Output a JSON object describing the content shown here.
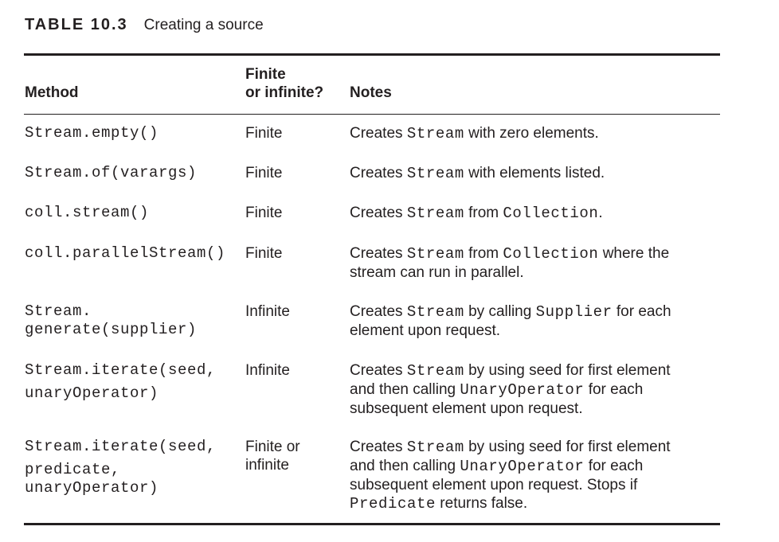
{
  "caption": {
    "label": "TABLE 10.3",
    "title": "Creating a source"
  },
  "headers": {
    "method": "Method",
    "finite_line1": "Finite",
    "finite_line2": "or infinite?",
    "notes": "Notes"
  },
  "rows": [
    {
      "method": [
        "Stream.empty()"
      ],
      "finite": [
        "Finite"
      ],
      "notes": [
        [
          {
            "t": "Creates ",
            "m": false
          },
          {
            "t": "Stream",
            "m": true
          },
          {
            "t": " with zero elements.",
            "m": false
          }
        ]
      ]
    },
    {
      "method": [
        "Stream.of(varargs)"
      ],
      "finite": [
        "Finite"
      ],
      "notes": [
        [
          {
            "t": "Creates ",
            "m": false
          },
          {
            "t": "Stream",
            "m": true
          },
          {
            "t": " with elements listed.",
            "m": false
          }
        ]
      ]
    },
    {
      "method": [
        "coll.stream()"
      ],
      "finite": [
        "Finite"
      ],
      "notes": [
        [
          {
            "t": "Creates ",
            "m": false
          },
          {
            "t": "Stream",
            "m": true
          },
          {
            "t": " from ",
            "m": false
          },
          {
            "t": "Collection",
            "m": true
          },
          {
            "t": ".",
            "m": false
          }
        ]
      ]
    },
    {
      "method": [
        "coll.parallelStream()"
      ],
      "finite": [
        "Finite"
      ],
      "notes": [
        [
          {
            "t": "Creates ",
            "m": false
          },
          {
            "t": "Stream",
            "m": true
          },
          {
            "t": " from ",
            "m": false
          },
          {
            "t": "Collection",
            "m": true
          },
          {
            "t": " where the",
            "m": false
          }
        ],
        [
          {
            "t": "stream can run in parallel.",
            "m": false
          }
        ]
      ]
    },
    {
      "method": [
        "Stream.",
        "generate(supplier)"
      ],
      "finite": [
        "Infinite"
      ],
      "notes": [
        [
          {
            "t": "Creates ",
            "m": false
          },
          {
            "t": "Stream",
            "m": true
          },
          {
            "t": " by calling ",
            "m": false
          },
          {
            "t": "Supplier",
            "m": true
          },
          {
            "t": " for each",
            "m": false
          }
        ],
        [
          {
            "t": "element upon request.",
            "m": false
          }
        ]
      ]
    },
    {
      "method": [
        "Stream.iterate(seed,",
        "unaryOperator)"
      ],
      "finite": [
        "Infinite"
      ],
      "notes": [
        [
          {
            "t": "Creates ",
            "m": false
          },
          {
            "t": "Stream",
            "m": true
          },
          {
            "t": " by using seed for first element",
            "m": false
          }
        ],
        [
          {
            "t": "and then calling ",
            "m": false
          },
          {
            "t": "UnaryOperator",
            "m": true
          },
          {
            "t": " for each",
            "m": false
          }
        ],
        [
          {
            "t": "subsequent element upon request.",
            "m": false
          }
        ]
      ]
    },
    {
      "method": [
        "Stream.iterate(seed,",
        "predicate,",
        "unaryOperator)"
      ],
      "finite": [
        "Finite or",
        "infinite"
      ],
      "notes": [
        [
          {
            "t": "Creates ",
            "m": false
          },
          {
            "t": "Stream",
            "m": true
          },
          {
            "t": " by using seed for first element",
            "m": false
          }
        ],
        [
          {
            "t": "and then calling ",
            "m": false
          },
          {
            "t": "UnaryOperator",
            "m": true
          },
          {
            "t": " for each",
            "m": false
          }
        ],
        [
          {
            "t": "subsequent element upon request. Stops if",
            "m": false
          }
        ],
        [
          {
            "t": "Predicate",
            "m": true
          },
          {
            "t": " returns false.",
            "m": false
          }
        ]
      ]
    }
  ]
}
